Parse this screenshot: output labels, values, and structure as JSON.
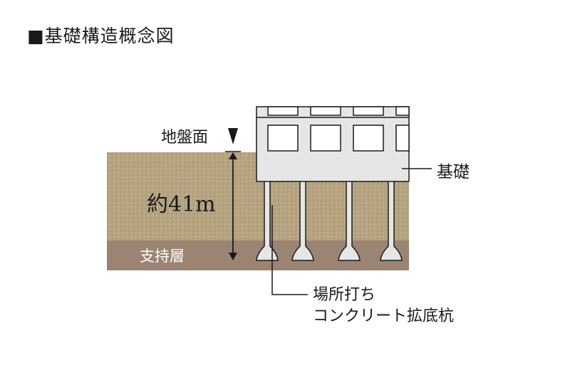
{
  "title": "■基礎構造概念図",
  "labels": {
    "ground_surface": "地盤面",
    "depth": "約41m",
    "bearing_layer": "支持層",
    "foundation": "基礎",
    "pile_line1": "場所打ち",
    "pile_line2": "コンクリート拡底杭"
  },
  "colors": {
    "soil": "#b8a683",
    "bearing_layer": "#9b8472",
    "foundation": "#e6e6e6",
    "pile": "#e6e6e6",
    "line": "#1a1a1a"
  }
}
